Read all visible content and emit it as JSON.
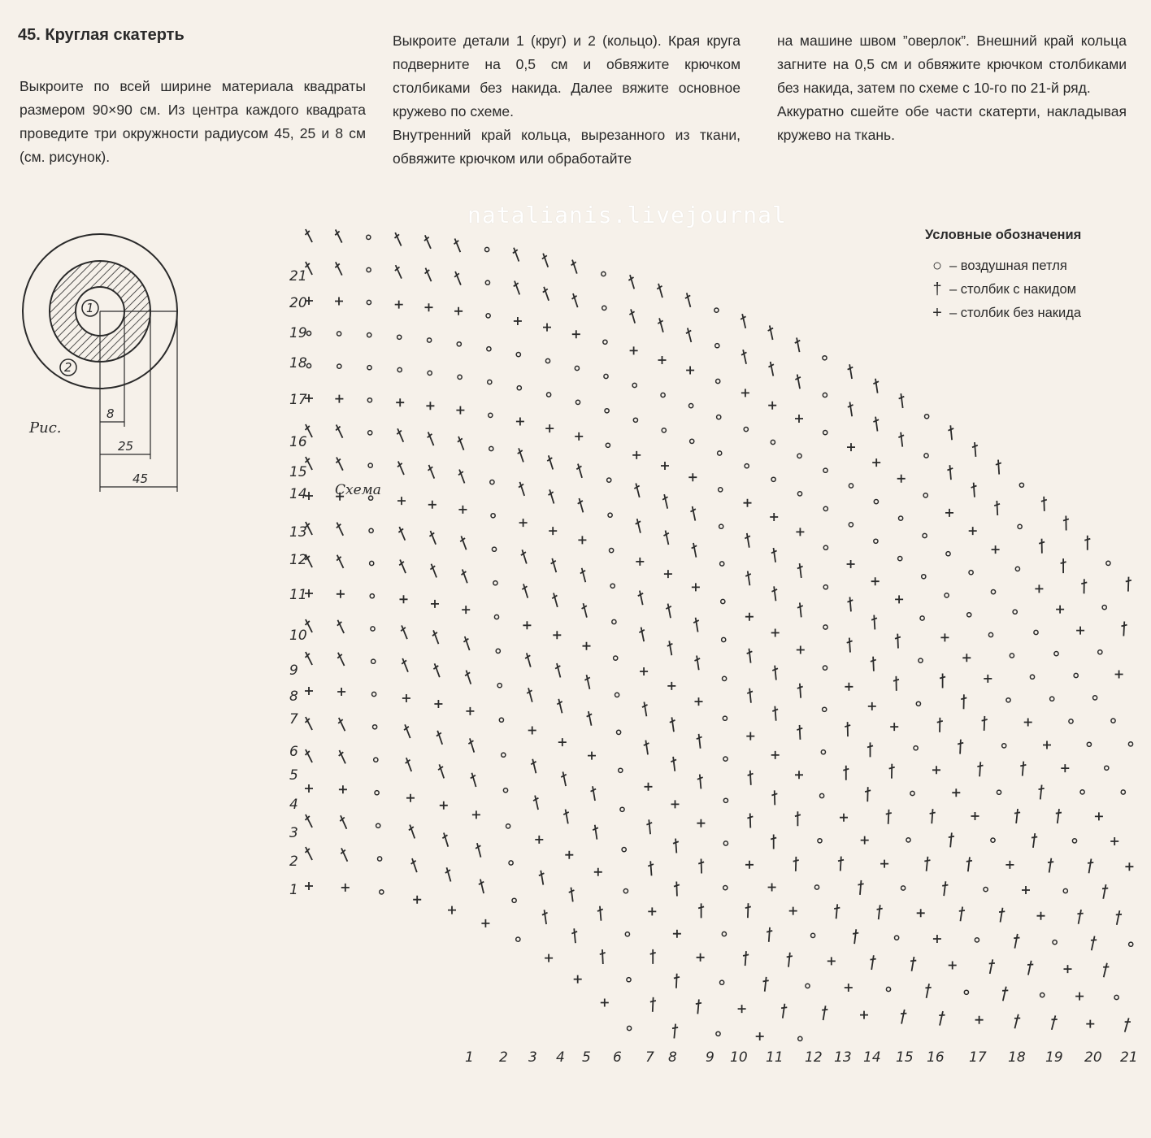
{
  "title": "45. Круглая скатерть",
  "columns": {
    "col1": [
      "Выкроите по всей ширине материала квадраты размером 90×90 см. Из центра каждого квадрата проведите три окружности радиусом 45, 25 и 8 см (см. рисунок)."
    ],
    "col2": [
      "Выкроите детали 1 (круг) и 2 (кольцо). Края круга подверните на 0,5 см и обвяжите крючком столбиками без накида. Далее вяжите основное кружево по схеме.",
      "Внутренний край кольца, вырезанного из ткани, обвяжите крючком или обработайте"
    ],
    "col3": [
      "на машине швом ”оверлок”. Внешний край кольца загните на 0,5 см и обвяжите крючком столбиками без накида, затем по схеме с 10-го по 21-й ряд.",
      "Аккуратно сшейте обе части скатерти, накладывая кружево на ткань."
    ]
  },
  "watermark": "natalianis.livejournal",
  "legend": {
    "title": "Условные обозначения",
    "items": [
      {
        "icon": "circle-icon",
        "symbol": "○",
        "text": "– воздушная петля"
      },
      {
        "icon": "double-crochet-icon",
        "symbol": "†",
        "text": "– столбик с накидом"
      },
      {
        "icon": "single-crochet-icon",
        "symbol": "+",
        "text": "– столбик без накида"
      }
    ]
  },
  "figure": {
    "label": "Рис.",
    "part1": "1",
    "part2": "2",
    "dims": [
      "8",
      "25",
      "45"
    ]
  },
  "schema": {
    "word": "Схема",
    "x_labels": [
      "1",
      "2",
      "3",
      "4",
      "5",
      "6",
      "7",
      "8",
      "9",
      "10",
      "11",
      "12",
      "13",
      "14",
      "15",
      "16",
      "17",
      "18",
      "19",
      "20",
      "21"
    ],
    "y_labels": [
      "21",
      "20",
      "19",
      "18",
      "17",
      "16",
      "15",
      "14",
      "13",
      "12",
      "11",
      "10",
      "9",
      "8",
      "7",
      "6",
      "5",
      "4",
      "3",
      "2",
      "1"
    ]
  },
  "colors": {
    "ink": "#2a2a2a",
    "paper": "#f6f1ea"
  }
}
